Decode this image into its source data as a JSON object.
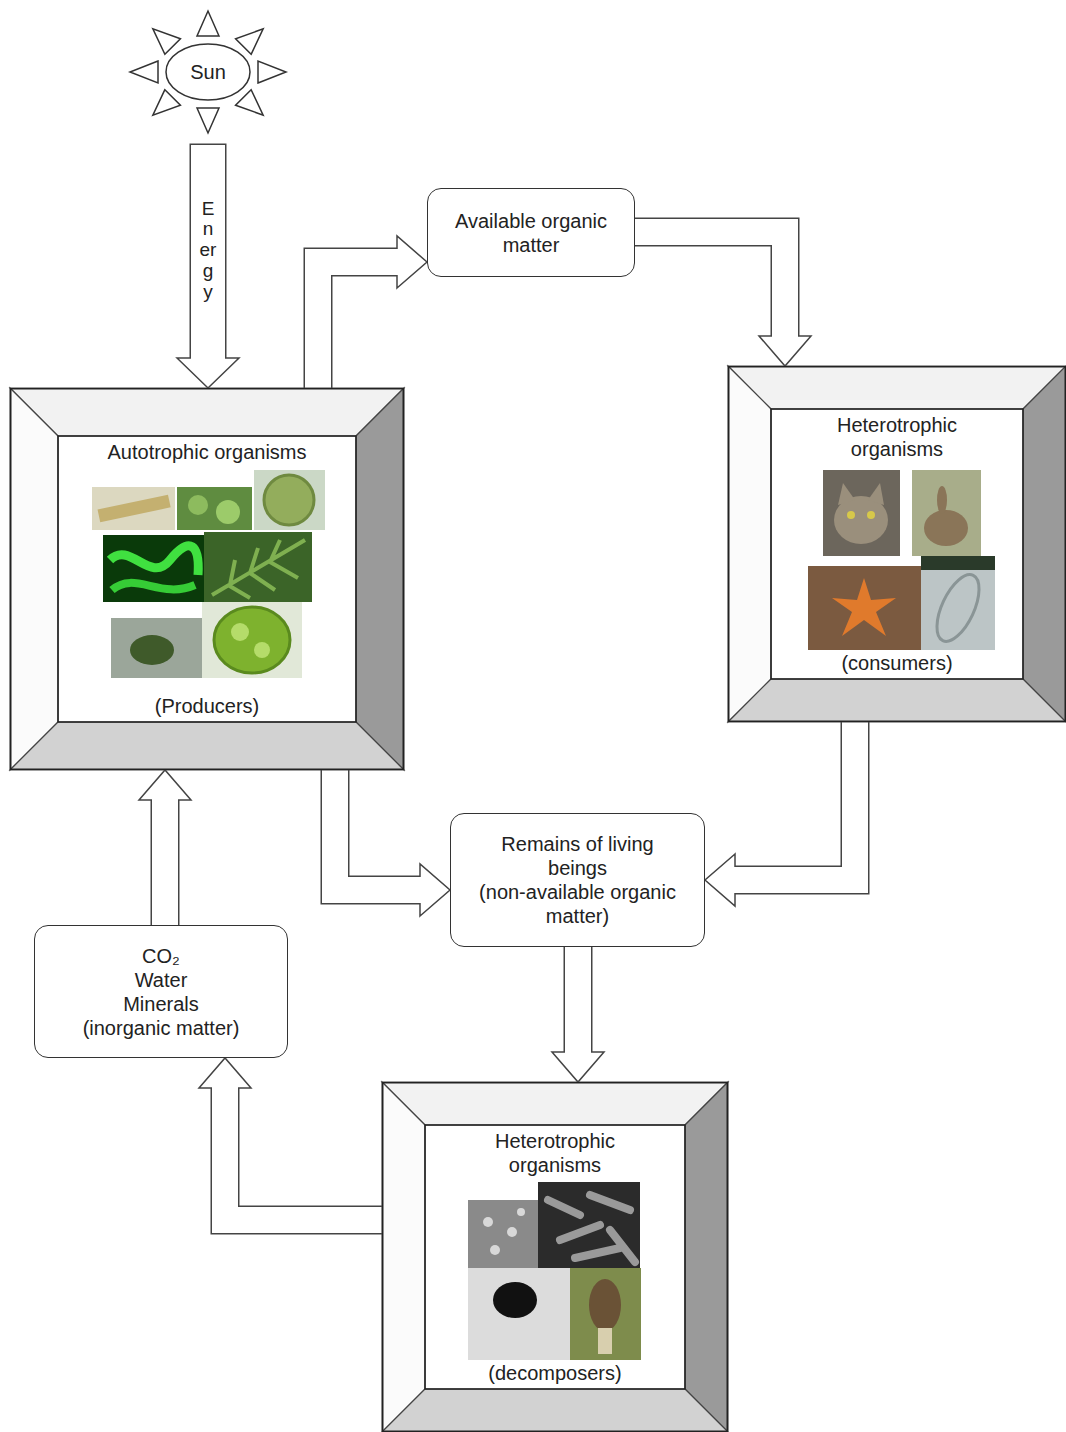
{
  "diagram": {
    "nodes": [
      {
        "text": [
          "Sun"
        ]
      },
      {
        "text": [
          "Available organic matter"
        ]
      },
      {
        "text": [
          "Autotrophic organisms",
          "(Producers)"
        ]
      },
      {
        "text": [
          "Heterotrophic organisms",
          "(consumers)"
        ]
      },
      {
        "text": [
          "Remains of living beings",
          "(non-available organic matter)"
        ]
      },
      {
        "text": [
          "CO₂ Water Minerals",
          "(inorganic matter)"
        ]
      },
      {
        "text": [
          "Heterotrophic organisms",
          "(decomposers)"
        ]
      }
    ],
    "edges": [
      {
        "from": 0,
        "to": 2,
        "arrow": "to",
        "label": "Energy"
      },
      {
        "from": 2,
        "to": 1,
        "arrow": "to"
      },
      {
        "from": 1,
        "to": 3,
        "arrow": "to"
      },
      {
        "from": 3,
        "to": 4,
        "arrow": "to"
      },
      {
        "from": 2,
        "to": 4,
        "arrow": "to"
      },
      {
        "from": 4,
        "to": 6,
        "arrow": "to"
      },
      {
        "from": 6,
        "to": 5,
        "arrow": "to"
      },
      {
        "from": 5,
        "to": 2,
        "arrow": "to"
      }
    ]
  }
}
